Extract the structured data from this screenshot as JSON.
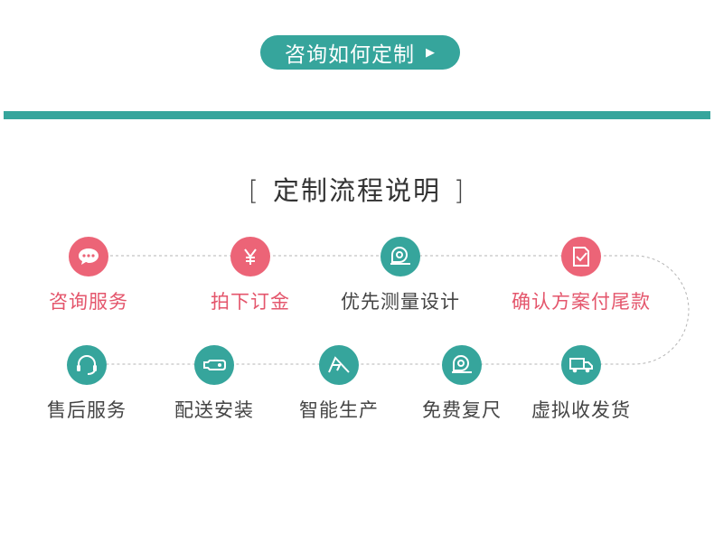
{
  "header_button": {
    "label": "咨询如何定制",
    "arrow_icon": "play-triangle-icon"
  },
  "section": {
    "bracket_left": "[",
    "title": "定制流程说明",
    "bracket_right": "]"
  },
  "colors": {
    "teal": "#36a59c",
    "pink": "#ec6477"
  },
  "steps_row1": [
    {
      "label": "咨询服务",
      "icon": "chat-bubble-icon",
      "color": "pink"
    },
    {
      "label": "拍下订金",
      "icon": "yen-icon",
      "color": "pink"
    },
    {
      "label": "优先测量设计",
      "icon": "tape-measure-icon",
      "color": "teal"
    },
    {
      "label": "确认方案付尾款",
      "icon": "document-check-icon",
      "color": "pink"
    }
  ],
  "steps_row2": [
    {
      "label": "售后服务",
      "icon": "headset-icon",
      "color": "teal"
    },
    {
      "label": "配送安装",
      "icon": "wrench-icon",
      "color": "teal"
    },
    {
      "label": "智能生产",
      "icon": "compass-ruler-icon",
      "color": "teal"
    },
    {
      "label": "免费复尺",
      "icon": "tape-measure-icon",
      "color": "teal"
    },
    {
      "label": "虚拟收发货",
      "icon": "delivery-truck-icon",
      "color": "teal"
    }
  ]
}
